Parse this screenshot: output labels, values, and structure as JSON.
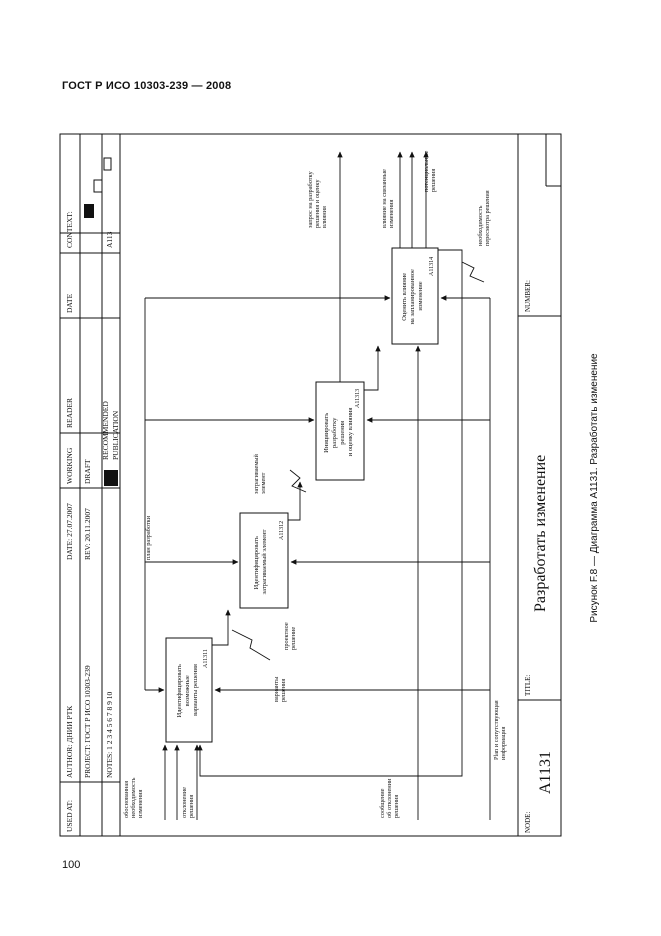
{
  "header": {
    "standard": "ГОСТ Р ИСО 10303-239 — 2008"
  },
  "page_number": "100",
  "caption": "Рисунок F.8 — Диаграмма A1131. Разработать изменение",
  "form": {
    "used_at": "USED AT:",
    "author": "AUTHOR: ДНИИ РТК",
    "project": "PROJECT: ГОСТ Р ИСО 10303-239",
    "notes": "NOTES: 1 2 3 4 5 6 7 8 9 10",
    "date": "DATE: 27.07.2007",
    "rev": "REV:  20.11.2007",
    "working": "WORKING",
    "draft": "DRAFT",
    "recommended": "RECOMMENDED",
    "publication": "PUBLICATION",
    "reader": "READER",
    "date_col": "DATE",
    "context": "CONTEXT:",
    "context_node": "A113",
    "node_label": "NODE:",
    "node_value": "A1131",
    "title_label": "TITLE:",
    "title_value": "Разработать изменение",
    "number_label": "NUMBER:"
  },
  "diagram": {
    "boxes": [
      {
        "lines": [
          "Идентифицировать",
          "возможные",
          "варианты решения"
        ],
        "node": "A11311"
      },
      {
        "lines": [
          "Идентифицировать",
          "затрагиваемый элемент"
        ],
        "node": "A11312"
      },
      {
        "lines": [
          "Инициировать",
          "разработку",
          "решения",
          "и оценку влияния"
        ],
        "node": "A11313"
      },
      {
        "lines": [
          "Оценить влияние",
          "на запланированное",
          "изменение"
        ],
        "node": "A11314"
      }
    ],
    "inputs": [
      [
        "обоснованная",
        "необходимость",
        "изменения"
      ],
      [
        "отклонение",
        "решения"
      ]
    ],
    "control": [
      "сообщение",
      "об отклонении",
      "решения"
    ],
    "mechanism": [
      "Plan и сопутствующая",
      "информация"
    ],
    "plan_label": "план разработки",
    "affected_label": [
      "затрагиваемый",
      "элемент"
    ],
    "options_label": [
      "варианты",
      "решения"
    ],
    "proposed_label": [
      "проектное",
      "решение"
    ],
    "out_request": [
      "запрос на разработку",
      "решения и оценку",
      "влияния"
    ],
    "out_related": [
      "влияние на связанные",
      "изменения"
    ],
    "out_potential": [
      "потенциальные",
      "решения"
    ],
    "out_required": [
      "необходимость",
      "пересмотра решения"
    ]
  }
}
